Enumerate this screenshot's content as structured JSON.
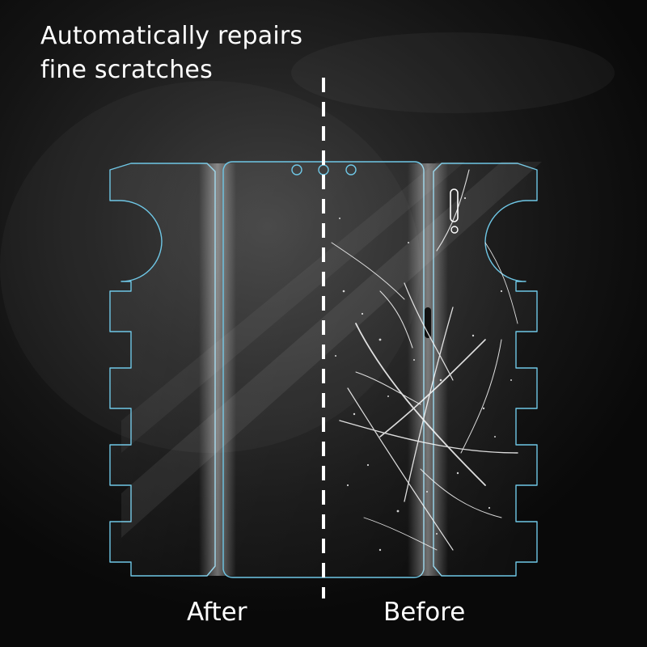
{
  "headline": {
    "line1": "Automatically repairs",
    "line2": "fine scratches"
  },
  "labels": {
    "after": "After",
    "before": "Before"
  },
  "colors": {
    "background": "#1a1a1a",
    "film_outline": "#6fc7e6",
    "divider": "#ffffff",
    "text": "#ffffff"
  }
}
